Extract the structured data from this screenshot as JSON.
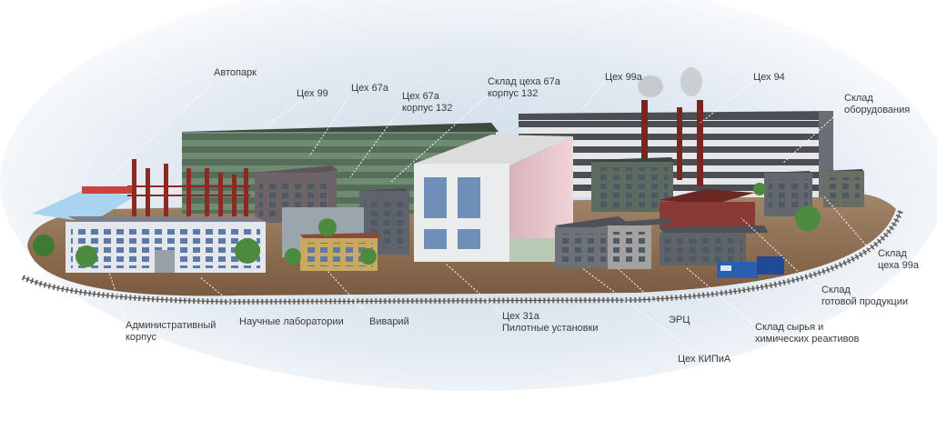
{
  "labels": {
    "avtopark": "Автопарк",
    "tseh99": "Цех 99",
    "tseh67a": "Цех 67а",
    "tseh67a_k132": "Цех 67а\nкорпус 132",
    "sklad67a": "Склад цеха 67а\nкорпус 132",
    "tseh99a": "Цех 99а",
    "tseh94": "Цех 94",
    "sklad_oborud": "Склад\nоборудования",
    "sklad99a": "Склад\nцеха 99а",
    "sklad_gotov": "Склад\nготовой продукции",
    "sklad_syrya": "Склад сырья и\nхимических реактивов",
    "kipia": "Цех КИПиА",
    "erc": "ЭРЦ",
    "tseh31a": "Цех 31а\nПилотные установки",
    "vivariy": "Виварий",
    "nauch_lab": "Научные лаборатории",
    "admin": "Административный\nкорпус"
  },
  "colors": {
    "ground": "#8a6a4e",
    "rail": "#6e6a66",
    "brick": "#8a2a22",
    "white_building": "#e8eaec",
    "pink_building": "#e6c3c8",
    "green_roof": "#5f7a62",
    "windows": "#6f8fb8",
    "train": "#2a5fb0",
    "leader_line": "#ffffff"
  }
}
